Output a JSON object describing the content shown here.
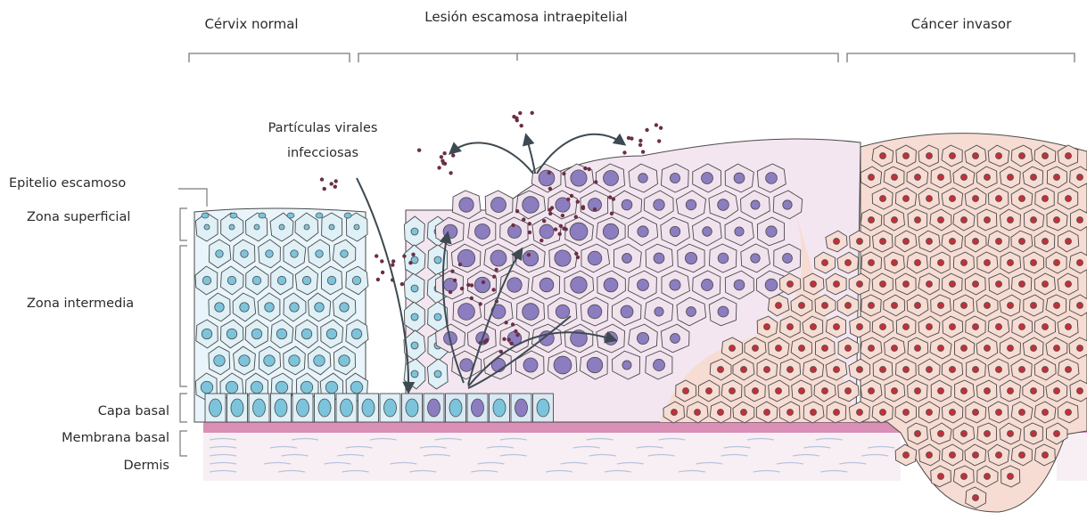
{
  "stages": {
    "normal": "Cérvix normal",
    "lesion": "Lesión escamosa intraepitelial",
    "cancer": "Cáncer invasor"
  },
  "annotation": {
    "line1": "Partículas virales",
    "line2": "infecciosas"
  },
  "layers": {
    "epithelium": "Epitelio escamoso",
    "superficial": "Zona superficial",
    "intermediate": "Zona intermedia",
    "basal_layer": "Capa basal",
    "basal_membrane": "Membrana basal",
    "dermis": "Dermis"
  },
  "colors": {
    "normal_cell_fill": "#dff0f7",
    "normal_nucleus": "#7cc4dc",
    "lesion_cell_fill": "#f1e3ee",
    "lesion_nucleus": "#8c7cc0",
    "cancer_cell_fill": "#f6dcd3",
    "cancer_nucleus": "#c2303a",
    "virus_particle": "#6b2f45",
    "basal_membrane": "#d98fb6",
    "dermis": "#f6eef4",
    "outline": "#4a4a4a"
  }
}
